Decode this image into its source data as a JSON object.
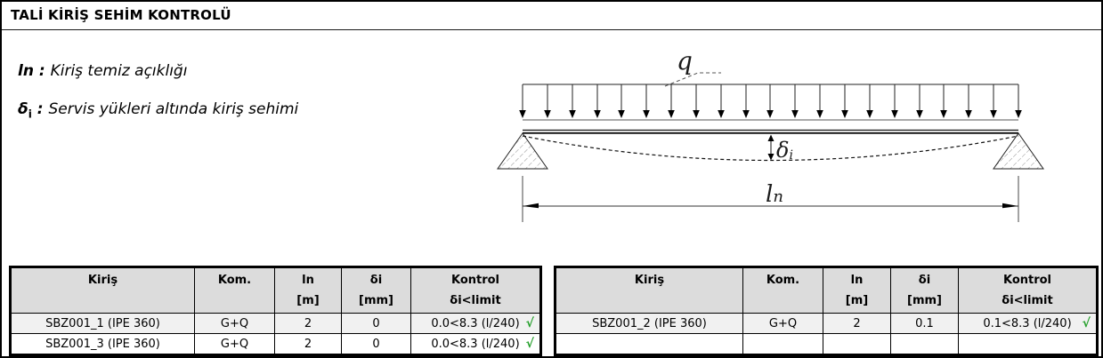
{
  "title": "TALİ KİRİŞ SEHİM KONTROLÜ",
  "definitions": [
    {
      "term": "ln",
      "term_sub": "",
      "sep": " : ",
      "desc": "Kiriş temiz açıklığı"
    },
    {
      "term": "δ",
      "term_sub": "i",
      "sep": " : ",
      "desc": "Servis yükleri altında kiriş sehimi"
    }
  ],
  "diagram": {
    "load_label": "q",
    "deflection_label": "δ",
    "deflection_sub": "i",
    "span_label": "l",
    "span_sub": "n"
  },
  "table_headers": {
    "kiris": "Kiriş",
    "kom": "Kom.",
    "ln": "ln",
    "ln_unit": "[m]",
    "di": "δi",
    "di_unit": "[mm]",
    "kontrol": "Kontrol",
    "kontrol_sub": "δi<limit"
  },
  "left_table": {
    "rows": [
      {
        "kiris": "SBZ001_1 (IPE 360)",
        "kom": "G+Q",
        "ln": "2",
        "di": "0",
        "kontrol": "0.0<8.3 (l/240)",
        "check": "√"
      },
      {
        "kiris": "SBZ001_3 (IPE 360)",
        "kom": "G+Q",
        "ln": "2",
        "di": "0",
        "kontrol": "0.0<8.3 (l/240)",
        "check": "√"
      }
    ]
  },
  "right_table": {
    "rows": [
      {
        "kiris": "SBZ001_2 (IPE 360)",
        "kom": "G+Q",
        "ln": "2",
        "di": "0.1",
        "kontrol": "0.1<8.3 (l/240)",
        "check": "√"
      },
      {
        "kiris": "",
        "kom": "",
        "ln": "",
        "di": "",
        "kontrol": "",
        "check": ""
      }
    ]
  },
  "colors": {
    "check_green": "#28a12e",
    "header_bg": "#dcdcdc",
    "row_alt_bg": "#f1f1f1",
    "border": "#000000"
  }
}
